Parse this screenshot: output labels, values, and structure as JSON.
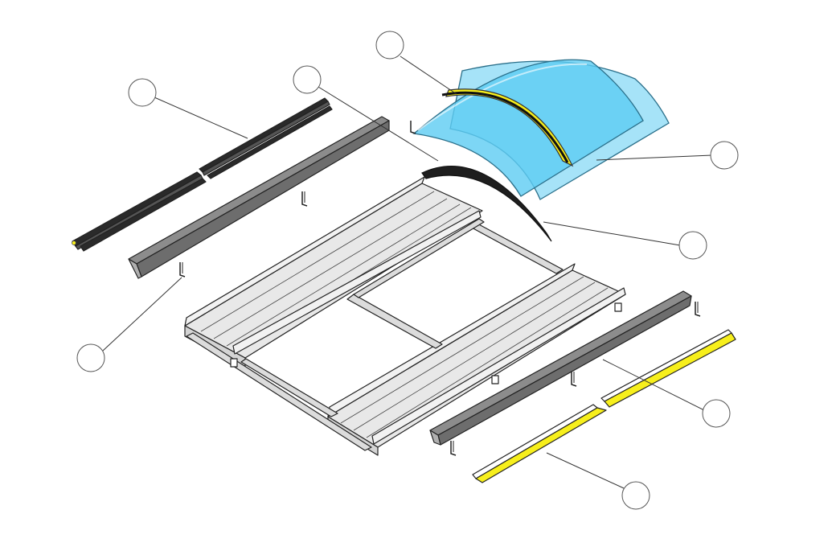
{
  "diagram": {
    "callouts": [
      {
        "id": "glazing-top-strip",
        "label": ""
      },
      {
        "id": "arched-panel",
        "label": ""
      },
      {
        "id": "side-seal-strip",
        "label": ""
      },
      {
        "id": "side-channel",
        "label": ""
      },
      {
        "id": "arch-rib",
        "label": ""
      },
      {
        "id": "mounting-clip",
        "label": ""
      },
      {
        "id": "front-channel",
        "label": ""
      },
      {
        "id": "front-seal-strip",
        "label": ""
      }
    ]
  },
  "colors": {
    "panel_blue": "#5CCCF2",
    "panel_edge": "#2a6f8a",
    "seal_yellow": "#F7EF1C",
    "channel_gray": "#8c8c8c",
    "channel_dark": "#555555",
    "profile_light": "#e8e8e8",
    "profile_mid": "#cfcfcf",
    "rib_black": "#1e1e1e"
  },
  "icons": {
    "clip": "mounting-clip-icon",
    "callout": "callout-circle-icon"
  }
}
